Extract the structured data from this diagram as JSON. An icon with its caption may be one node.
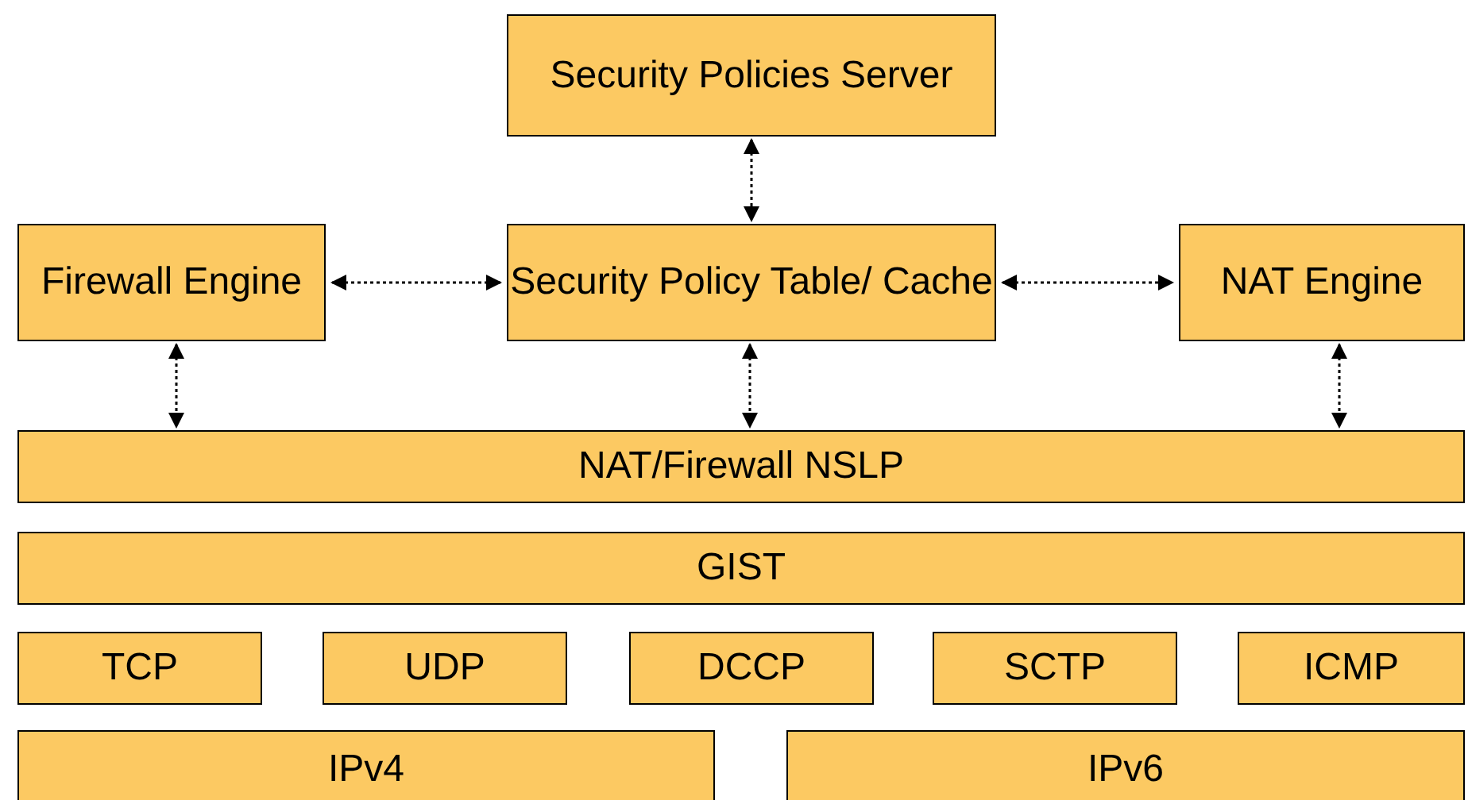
{
  "diagram": {
    "nodes": [
      {
        "text": [
          "Security Policies Server"
        ]
      },
      {
        "text": [
          "Firewall Engine"
        ]
      },
      {
        "text": [
          "Security Policy Table/ Cache"
        ]
      },
      {
        "text": [
          "NAT Engine"
        ]
      },
      {
        "text": [
          "NAT/Firewall NSLP"
        ]
      },
      {
        "text": [
          "GIST"
        ]
      },
      {
        "text": [
          "TCP"
        ]
      },
      {
        "text": [
          "UDP"
        ]
      },
      {
        "text": [
          "DCCP"
        ]
      },
      {
        "text": [
          "SCTP"
        ]
      },
      {
        "text": [
          "ICMP"
        ]
      },
      {
        "text": [
          "IPv4"
        ]
      },
      {
        "text": [
          "IPv6"
        ]
      }
    ],
    "edges": [
      {
        "from": 0,
        "to": 2,
        "arrow": "both",
        "style": "dashed"
      },
      {
        "from": 1,
        "to": 2,
        "arrow": "both",
        "style": "dashed"
      },
      {
        "from": 2,
        "to": 3,
        "arrow": "both",
        "style": "dashed"
      },
      {
        "from": 1,
        "to": 4,
        "arrow": "both",
        "style": "dashed"
      },
      {
        "from": 2,
        "to": 4,
        "arrow": "both",
        "style": "dashed"
      },
      {
        "from": 3,
        "to": 4,
        "arrow": "both",
        "style": "dashed"
      }
    ]
  }
}
